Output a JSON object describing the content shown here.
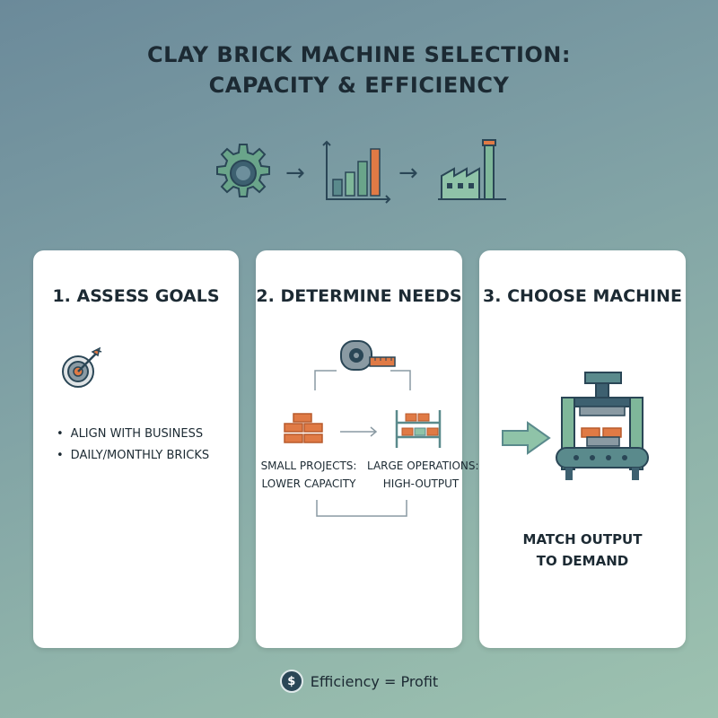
{
  "title": {
    "line1": "CLAY BRICK MACHINE SELECTION:",
    "line2": "CAPACITY & EFFICIENCY"
  },
  "top_flow": {
    "icons": [
      "gear-icon",
      "bar-chart-icon",
      "factory-icon"
    ],
    "arrows": [
      "→",
      "→"
    ]
  },
  "steps": [
    {
      "title": "1. ASSESS GOALS",
      "icon": "target-icon",
      "bullets": [
        "ALIGN WITH BUSINESS",
        "DAILY/MONTHLY BRICKS"
      ]
    },
    {
      "title": "2. DETERMINE NEEDS",
      "icons": [
        "tape-measure-icon",
        "bricks-icon",
        "brick-rack-icon"
      ],
      "left_label": {
        "line1": "SMALL PROJECTS:",
        "line2": "LOWER CAPACITY"
      },
      "right_label": {
        "line1": "LARGE OPERATIONS:",
        "line2": "HIGH-OUTPUT"
      }
    },
    {
      "title": "3. CHOOSE MACHINE",
      "icons": [
        "input-arrow-icon",
        "brick-press-machine-icon"
      ],
      "caption": {
        "line1": "MATCH OUTPUT",
        "line2": "TO DEMAND"
      }
    }
  ],
  "footer": {
    "symbol": "$",
    "text": "Efficiency = Profit"
  },
  "colors": {
    "dark": "#2a4656",
    "teal": "#5a8a8c",
    "green": "#7fb79a",
    "orange": "#e07a45",
    "grey": "#8a9aa3"
  }
}
